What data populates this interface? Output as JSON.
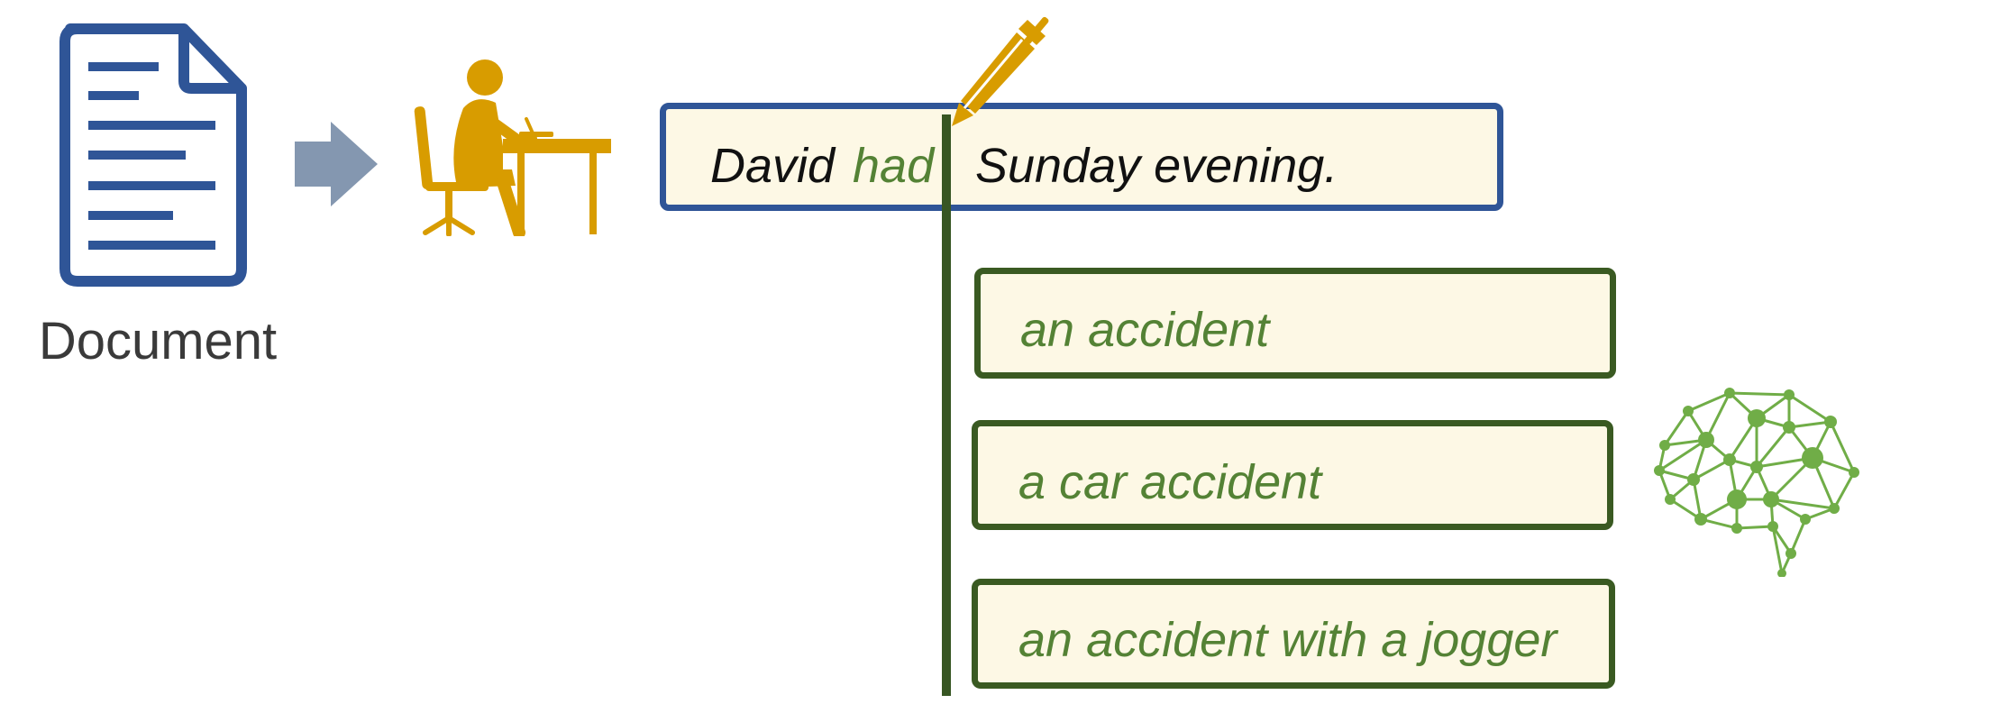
{
  "document": {
    "label": "Document",
    "icon": "document-icon",
    "color": "#2f5597"
  },
  "flow": {
    "arrow_icon": "arrow-right-icon",
    "arrow_color": "#8497b0"
  },
  "writer": {
    "icon": "person-writing-at-desk-icon",
    "color": "#d89c00"
  },
  "pen": {
    "icon": "pen-icon",
    "color": "#d89c00"
  },
  "sentence": {
    "prefix": "David",
    "blank_word": "had",
    "suffix": "Sunday evening.",
    "border_color": "#2f5597",
    "fill_color": "#fdf8e5",
    "highlight_color": "#548235"
  },
  "candidates": [
    {
      "text": "an accident"
    },
    {
      "text": "a car accident"
    },
    {
      "text": "an accident with a jogger"
    }
  ],
  "model": {
    "icon": "neural-network-brain-icon",
    "color": "#70ad47"
  }
}
